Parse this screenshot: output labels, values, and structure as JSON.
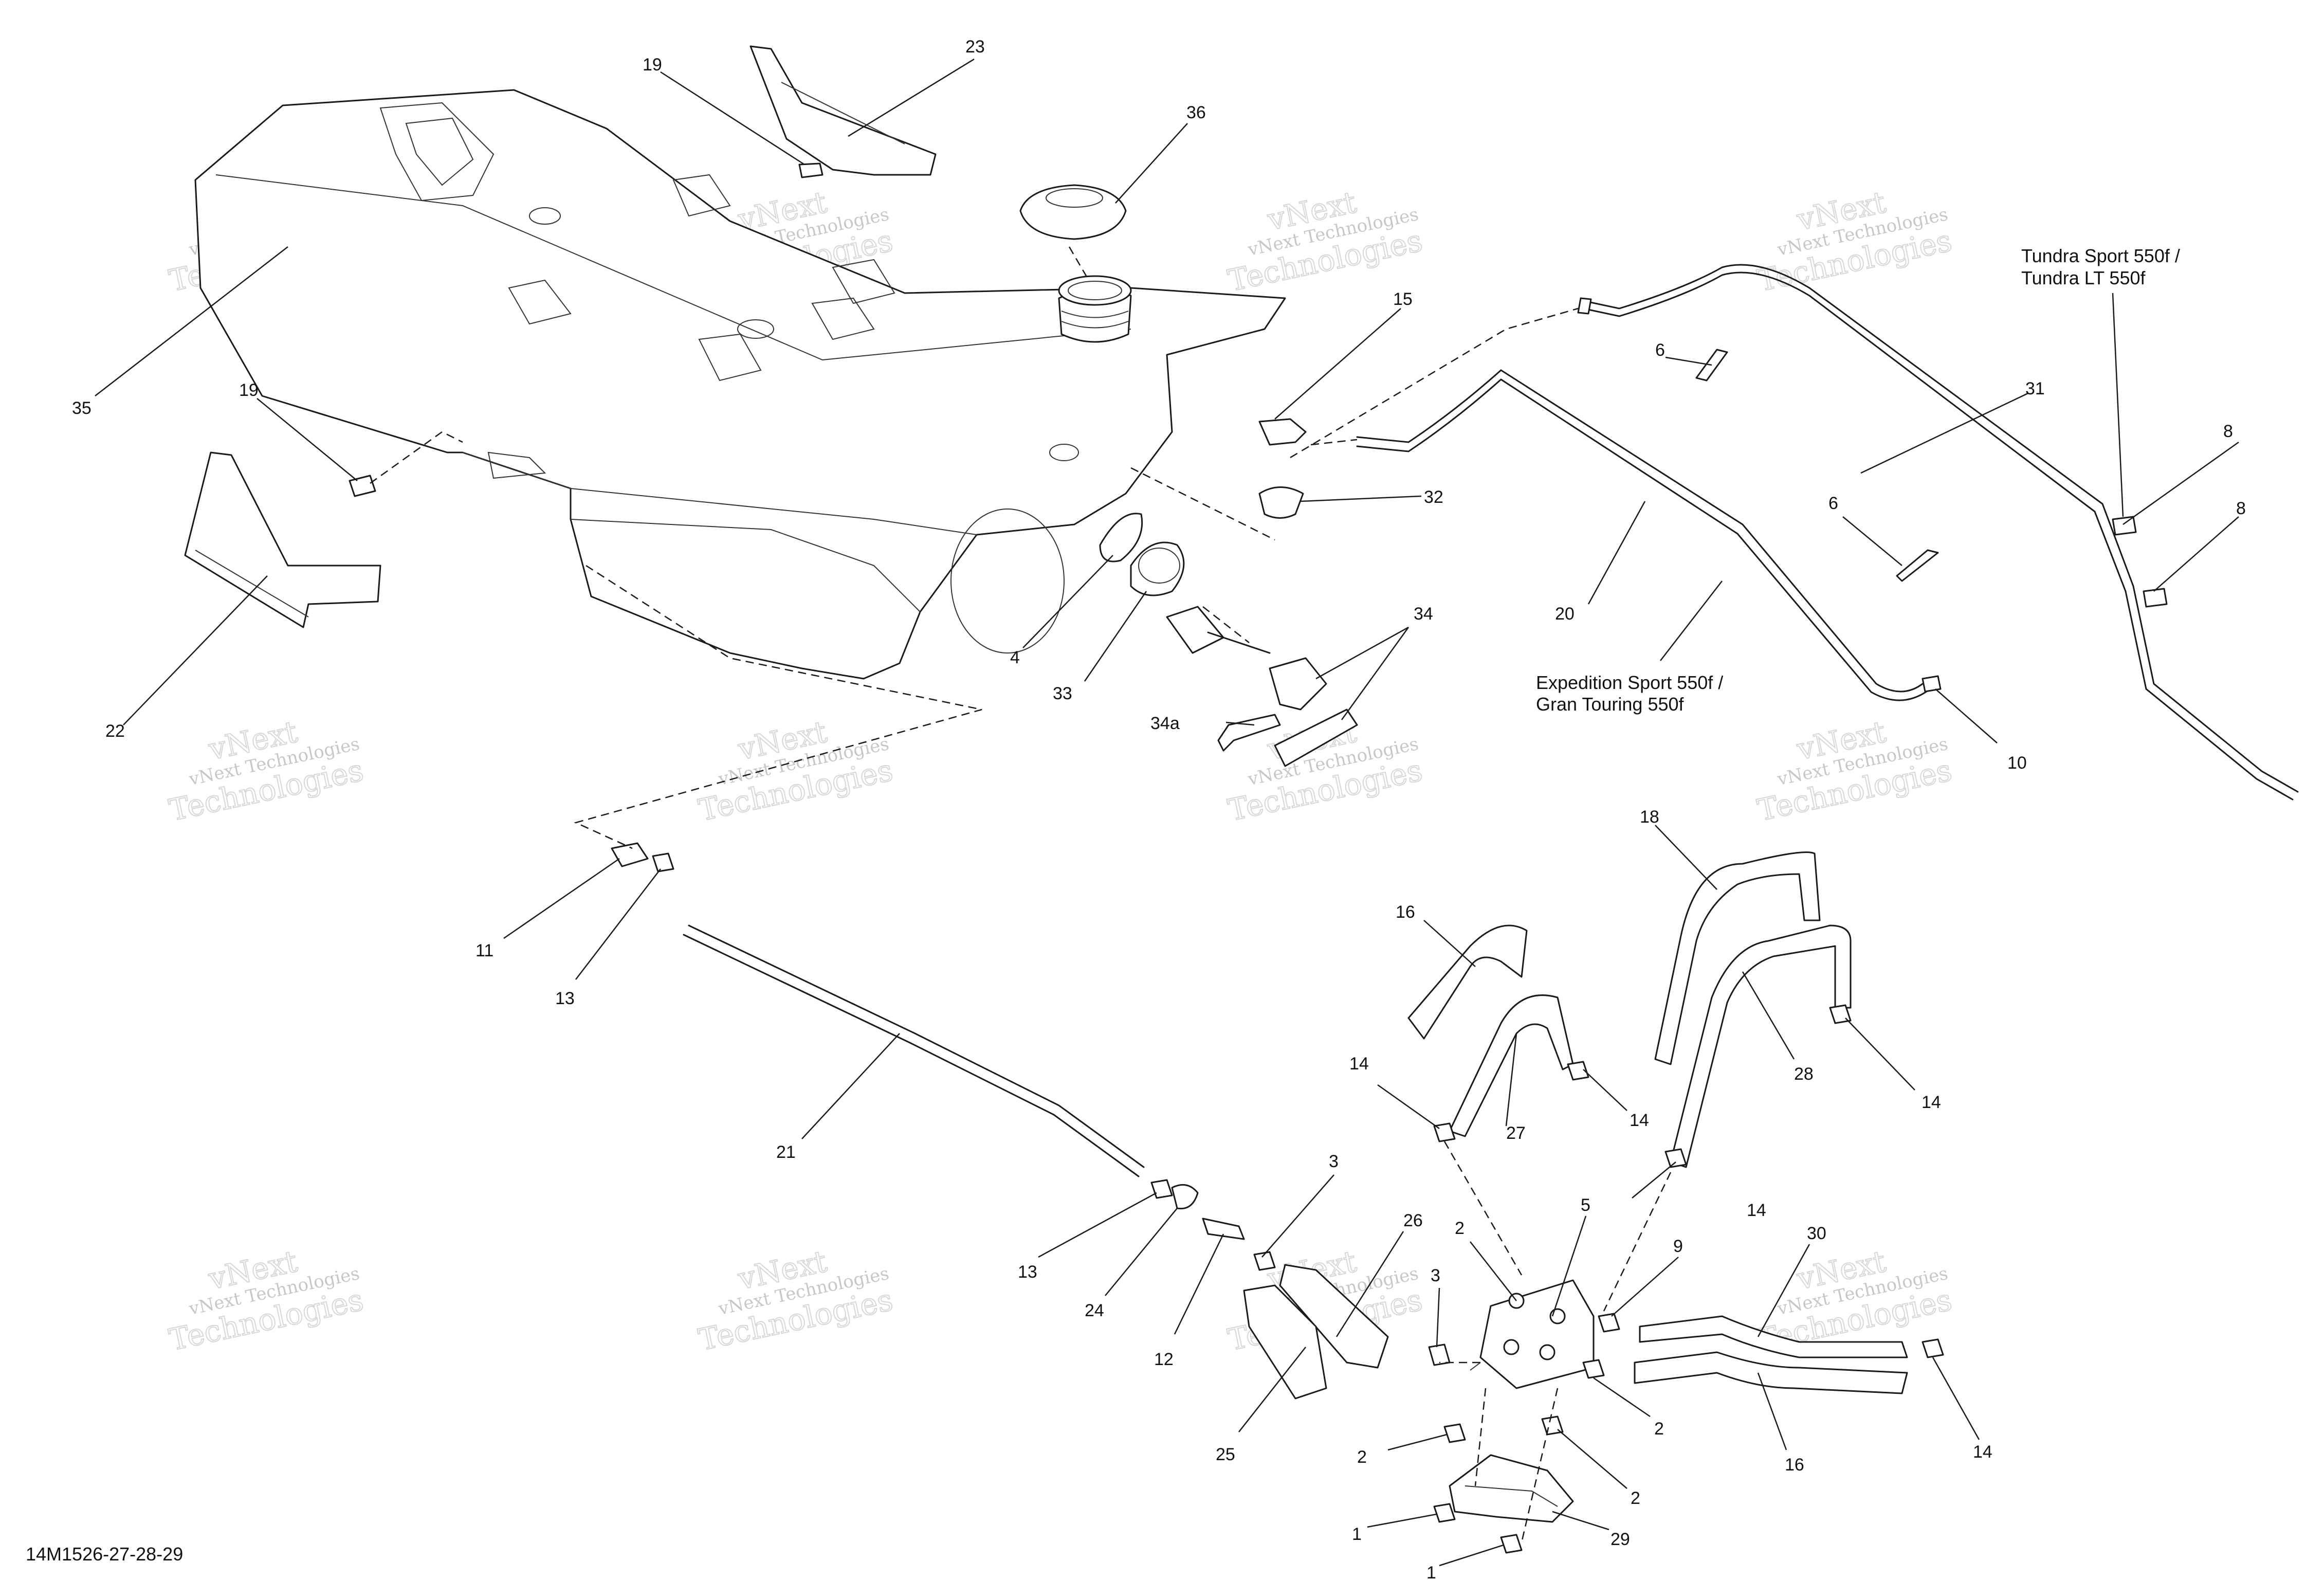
{
  "drawing_code": "14M1526-27-28-29",
  "notes": {
    "tundra": [
      "Tundra Sport 550f /",
      "Tundra LT 550f"
    ],
    "expedition": [
      "Expedition Sport 550f /",
      "Gran Touring 550f"
    ]
  },
  "watermark": {
    "line1": "vNext",
    "line2": "vNext Technologies",
    "line3": "Technologies"
  },
  "callouts": [
    {
      "id": "c-23",
      "label": "23"
    },
    {
      "id": "c-19a",
      "label": "19"
    },
    {
      "id": "c-36",
      "label": "36"
    },
    {
      "id": "c-35",
      "label": "35"
    },
    {
      "id": "c-19b",
      "label": "19"
    },
    {
      "id": "c-22",
      "label": "22"
    },
    {
      "id": "c-15",
      "label": "15"
    },
    {
      "id": "c-32",
      "label": "32"
    },
    {
      "id": "c-4",
      "label": "4"
    },
    {
      "id": "c-33",
      "label": "33"
    },
    {
      "id": "c-34",
      "label": "34"
    },
    {
      "id": "c-34a",
      "label": "34a"
    },
    {
      "id": "c-6a",
      "label": "6"
    },
    {
      "id": "c-6b",
      "label": "6"
    },
    {
      "id": "c-31",
      "label": "31"
    },
    {
      "id": "c-8a",
      "label": "8"
    },
    {
      "id": "c-8b",
      "label": "8"
    },
    {
      "id": "c-20",
      "label": "20"
    },
    {
      "id": "c-10",
      "label": "10"
    },
    {
      "id": "c-11",
      "label": "11"
    },
    {
      "id": "c-13a",
      "label": "13"
    },
    {
      "id": "c-21",
      "label": "21"
    },
    {
      "id": "c-18",
      "label": "18"
    },
    {
      "id": "c-16a",
      "label": "16"
    },
    {
      "id": "c-28",
      "label": "28"
    },
    {
      "id": "c-14a",
      "label": "14"
    },
    {
      "id": "c-14b",
      "label": "14"
    },
    {
      "id": "c-14c",
      "label": "14"
    },
    {
      "id": "c-27",
      "label": "27"
    },
    {
      "id": "c-14d",
      "label": "14"
    },
    {
      "id": "c-13b",
      "label": "13"
    },
    {
      "id": "c-24",
      "label": "24"
    },
    {
      "id": "c-12",
      "label": "12"
    },
    {
      "id": "c-3a",
      "label": "3"
    },
    {
      "id": "c-26",
      "label": "26"
    },
    {
      "id": "c-25",
      "label": "25"
    },
    {
      "id": "c-3b",
      "label": "3"
    },
    {
      "id": "c-2a",
      "label": "2"
    },
    {
      "id": "c-5",
      "label": "5"
    },
    {
      "id": "c-9",
      "label": "9"
    },
    {
      "id": "c-30",
      "label": "30"
    },
    {
      "id": "c-2b",
      "label": "2"
    },
    {
      "id": "c-16b",
      "label": "16"
    },
    {
      "id": "c-14e",
      "label": "14"
    },
    {
      "id": "c-2c",
      "label": "2"
    },
    {
      "id": "c-2d",
      "label": "2"
    },
    {
      "id": "c-29",
      "label": "29"
    },
    {
      "id": "c-1a",
      "label": "1"
    },
    {
      "id": "c-1b",
      "label": "1"
    }
  ]
}
